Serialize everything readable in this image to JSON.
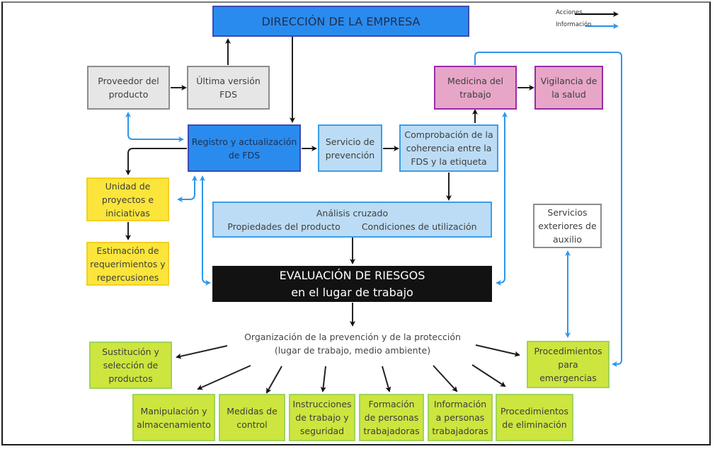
{
  "legend": {
    "acciones": "Acciones",
    "informacion": "Información",
    "acciones_color": "#111111",
    "informacion_color": "#2f96e8"
  },
  "nodes": {
    "direccion": "DIRECCIÓN DE LA EMPRESA",
    "proveedor": "Proveedor del\nproducto",
    "ultima_version": "Última versión\nFDS",
    "registro": "Registro y actualización\nde FDS",
    "servicio_prevencion": "Servicio de\nprevención",
    "comprobacion": "Comprobación de la\ncoherencia entre la\nFDS y la etiqueta",
    "medicina": "Medicina del\ntrabajo",
    "vigilancia": "Vigilancia de\nla salud",
    "unidad_proyectos": "Unidad de\nproyectos e\niniciativas",
    "estimacion": "Estimación de\nrequerimientos y\nrepercusiones",
    "analisis_title": "Análisis cruzado",
    "analisis_left": "Propiedades del producto",
    "analisis_right": "Condiciones de utilización",
    "servicios_exteriores": "Servicios\nexteriores de\nauxilio",
    "evaluacion_line1": "EVALUACIÓN DE RIESGOS",
    "evaluacion_line2": "en el lugar de trabajo",
    "organizacion": "Organización de la prevención y de la protección\n(lugar de trabajo, medio ambiente)",
    "sustitucion": "Sustitución y\nselección de\nproductos",
    "emergencias": "Procedimientos\npara\nemergencias",
    "manipulacion": "Manipulación y\nalmacenamiento",
    "medidas_control": "Medidas de\ncontrol",
    "instrucciones": "Instrucciones\nde trabajo y\nseguridad",
    "formacion": "Formación\nde personas\ntrabajadoras",
    "informacion_personas": "Información\na personas\ntrabajadoras",
    "eliminacion": "Procedimientos\nde eliminación"
  }
}
